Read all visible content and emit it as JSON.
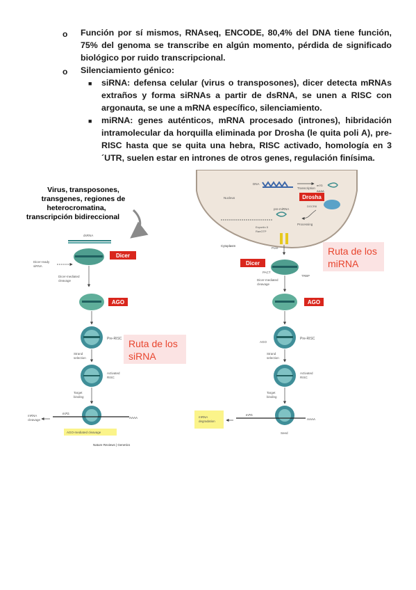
{
  "bullets": {
    "item1": "Función por sí mismos, RNAseq, ENCODE, 80,4% del DNA tiene función, 75% del genoma se transcribe en algún momento, pérdida de significado biológico por ruido transcripcional.",
    "item2": "Silenciamiento génico:",
    "sub1": "siRNA: defensa celular (virus o transposones), dicer detecta mRNAs extraños y forma siRNAs a partir de dsRNA, se unen a RISC con argonauta, se une a mRNA específico, silenciamiento.",
    "sub2": "miRNA: genes auténticos, mRNA procesado (intrones), hibridación intramolecular da horquilla eliminada por Drosha (le quita poli A), pre-RISC hasta que se quita una hebra, RISC activado, homología en 3´UTR, suelen estar en intrones de otros genes, regulación finísima."
  },
  "markers": {
    "level1": "o",
    "level2": "■"
  },
  "figure": {
    "left_annot": [
      "Virus, transposones,",
      "transgenes, regiones de",
      "heterocromatina,",
      "transcripción bidireccional"
    ],
    "left_title": [
      "Ruta de los",
      "siRNA"
    ],
    "right_title": [
      "Ruta de los",
      "miRNA"
    ],
    "dsrna": "dsRNA",
    "dicer_ready": [
      "Dicer-ready",
      "siRNA"
    ],
    "dicer": "Dicer",
    "dicer_cleavage": [
      "Dicer-mediated",
      "cleavage"
    ],
    "ago": "AGO",
    "pre_risc": "Pre-RISC",
    "strand_selection": [
      "Strand",
      "selection"
    ],
    "activated_risc": [
      "Activated",
      "RISC"
    ],
    "target_binding": [
      "Target",
      "binding"
    ],
    "mrna_cleavage": [
      "mRNA",
      "cleavage"
    ],
    "cap": "m7G",
    "polya": "AAAA",
    "ago_cleavage": "AGO-mediated cleavage",
    "source": "Nature Reviews | Genetics",
    "dna": "DNA",
    "transcription": "Transcription",
    "nucleus": "Nucleus",
    "drosha": "Drosha",
    "dgcr8": "DGCR8",
    "pre_mirna": "pre-miRNA",
    "processing": "Processing",
    "exportin": [
      "Exportin 5",
      "RanGTP"
    ],
    "cytoplasm": "Cytoplasm",
    "pore": "Pore",
    "pact": "PACT",
    "trbp": "TRBP",
    "mrna_degradation": [
      "mRNA",
      "degradation"
    ],
    "seed": "Seed",
    "colors": {
      "red_box": "#d9261c",
      "title_red": "#e8452e",
      "pink_bg": "#fbe3e3",
      "yellow": "#fbf48a",
      "teal": "#3a8c8c",
      "nucleus": "#efe6dc"
    }
  }
}
